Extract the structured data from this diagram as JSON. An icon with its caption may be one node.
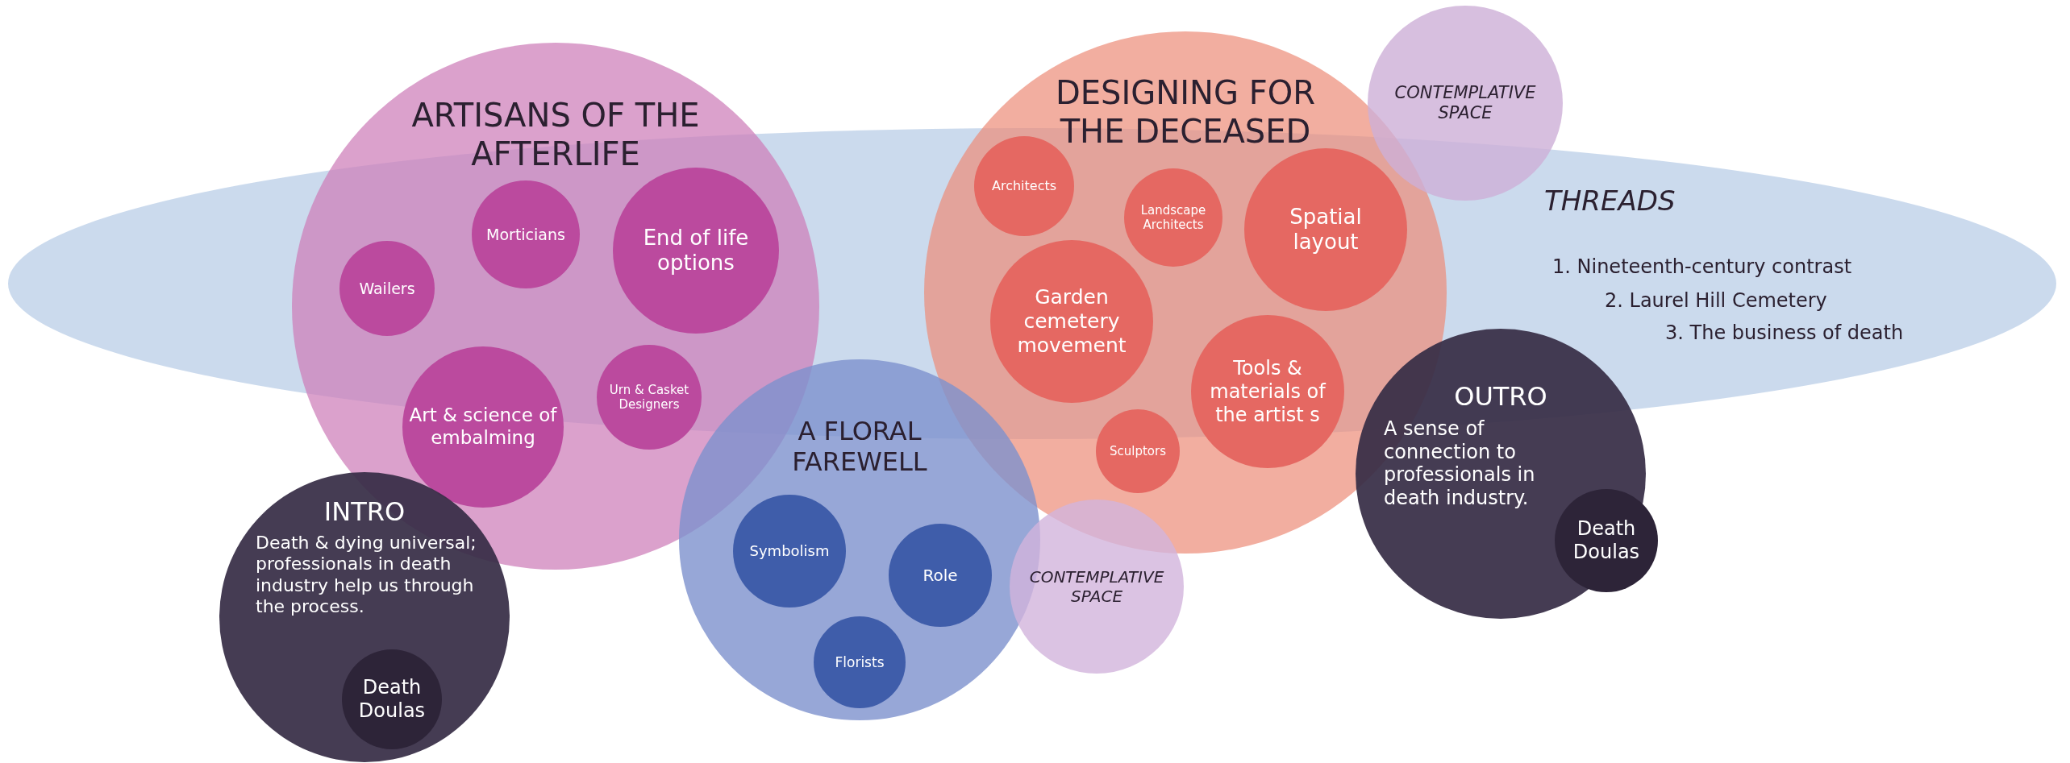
{
  "diagram": {
    "nodes": [
      {
        "text": [
          "ARTISANS OF THE AFTERLIFE"
        ]
      },
      {
        "text": [
          "Morticians"
        ]
      },
      {
        "text": [
          "End of life options"
        ]
      },
      {
        "text": [
          "Wailers"
        ]
      },
      {
        "text": [
          "Urn & Casket Designers"
        ],
        "in": 0
      },
      {
        "text": [
          "Art & science of embalming"
        ],
        "in": 0
      },
      {
        "text": [
          "DESIGNING FOR THE DECEASED"
        ]
      },
      {
        "text": [
          "Architects"
        ]
      },
      {
        "text": [
          "Landscape Architects"
        ]
      },
      {
        "text": [
          "Spatial layout"
        ]
      },
      {
        "text": [
          "Garden cemetery movement"
        ]
      },
      {
        "text": [
          "Tools & materials of the artist s"
        ],
        "in": 6
      },
      {
        "text": [
          "Sculptors"
        ],
        "in": 6
      },
      {
        "text": [
          "CONTEMPLATIVE SPACE"
        ]
      },
      {
        "text": [
          "THREADS",
          "1. Nineteenth-century contrast",
          "2. Laurel Hill Cemetery",
          "3. The business of death"
        ]
      },
      {
        "text": [
          "A FLORAL FAREWELL"
        ]
      },
      {
        "text": [
          "Symbolism"
        ],
        "in": 15
      },
      {
        "text": [
          "Role"
        ],
        "in": 15
      },
      {
        "text": [
          "Florists"
        ],
        "in": 15
      },
      {
        "text": [
          "CONTEMPLATIVE SPACE"
        ]
      },
      {
        "text": [
          "OUTRO",
          "A sense of connection to professionals in death industry."
        ]
      },
      {
        "text": [
          "Death Doulas"
        ],
        "in": 20
      },
      {
        "text": [
          "INTRO",
          "Death & dying universal;  professionals in death industry help us through the process."
        ]
      },
      {
        "text": [
          "Death Doulas"
        ],
        "in": 22
      }
    ]
  }
}
